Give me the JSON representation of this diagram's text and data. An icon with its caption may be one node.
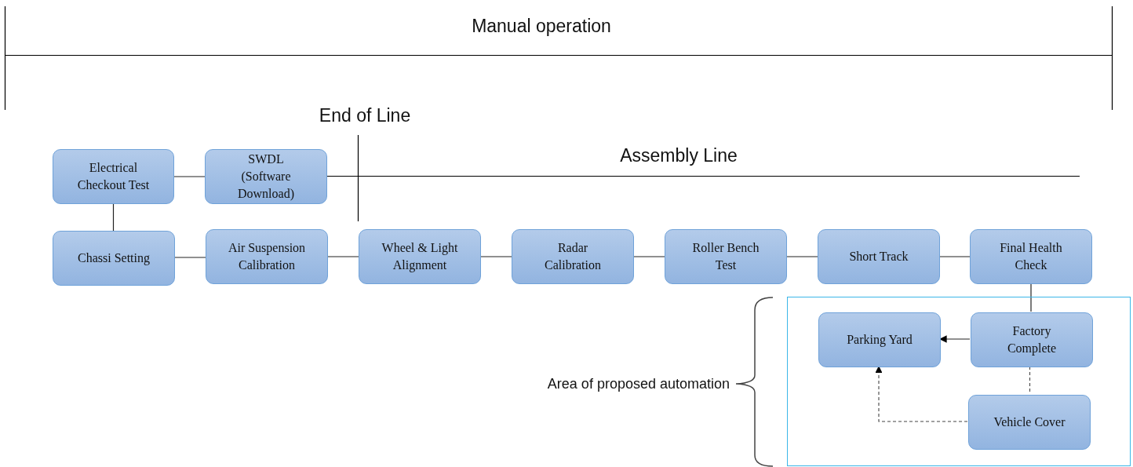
{
  "diagram": {
    "nodes": [
      {
        "text": [
          "Electrical Checkout Test"
        ]
      },
      {
        "text": [
          "SWDL (Software Download)"
        ]
      },
      {
        "text": [
          "Chassi Setting"
        ]
      },
      {
        "text": [
          "Air Suspension Calibration"
        ]
      },
      {
        "text": [
          "Wheel & Light Alignment"
        ]
      },
      {
        "text": [
          "Radar Calibration"
        ]
      },
      {
        "text": [
          "Roller Bench Test"
        ]
      },
      {
        "text": [
          "Short Track"
        ]
      },
      {
        "text": [
          "Final Health Check"
        ]
      },
      {
        "text": [],
        "shape": "box"
      },
      {
        "text": [
          "Parking Yard"
        ],
        "in": 9
      },
      {
        "text": [
          "Factory Complete"
        ],
        "in": 9
      },
      {
        "text": [
          "Vehicle Cover"
        ],
        "in": 9
      }
    ],
    "edges": [
      {
        "from": 0,
        "to": 1,
        "arrow": "none"
      },
      {
        "from": 0,
        "to": 2,
        "arrow": "none"
      },
      {
        "from": 2,
        "to": 3,
        "arrow": "none"
      },
      {
        "from": 3,
        "to": 4,
        "arrow": "none"
      },
      {
        "from": 4,
        "to": 5,
        "arrow": "none"
      },
      {
        "from": 5,
        "to": 6,
        "arrow": "none"
      },
      {
        "from": 6,
        "to": 7,
        "arrow": "none"
      },
      {
        "from": 7,
        "to": 8,
        "arrow": "none"
      },
      {
        "from": 8,
        "to": 11,
        "arrow": "none"
      },
      {
        "from": 11,
        "to": 10,
        "arrow": "to"
      },
      {
        "from": 11,
        "to": 12,
        "arrow": "none",
        "style": "dashed"
      },
      {
        "from": 12,
        "to": 10,
        "arrow": "to",
        "style": "dashed"
      }
    ],
    "labels": [
      "Manual operation",
      "End of Line",
      "Assembly Line",
      "Area of proposed automation"
    ]
  }
}
